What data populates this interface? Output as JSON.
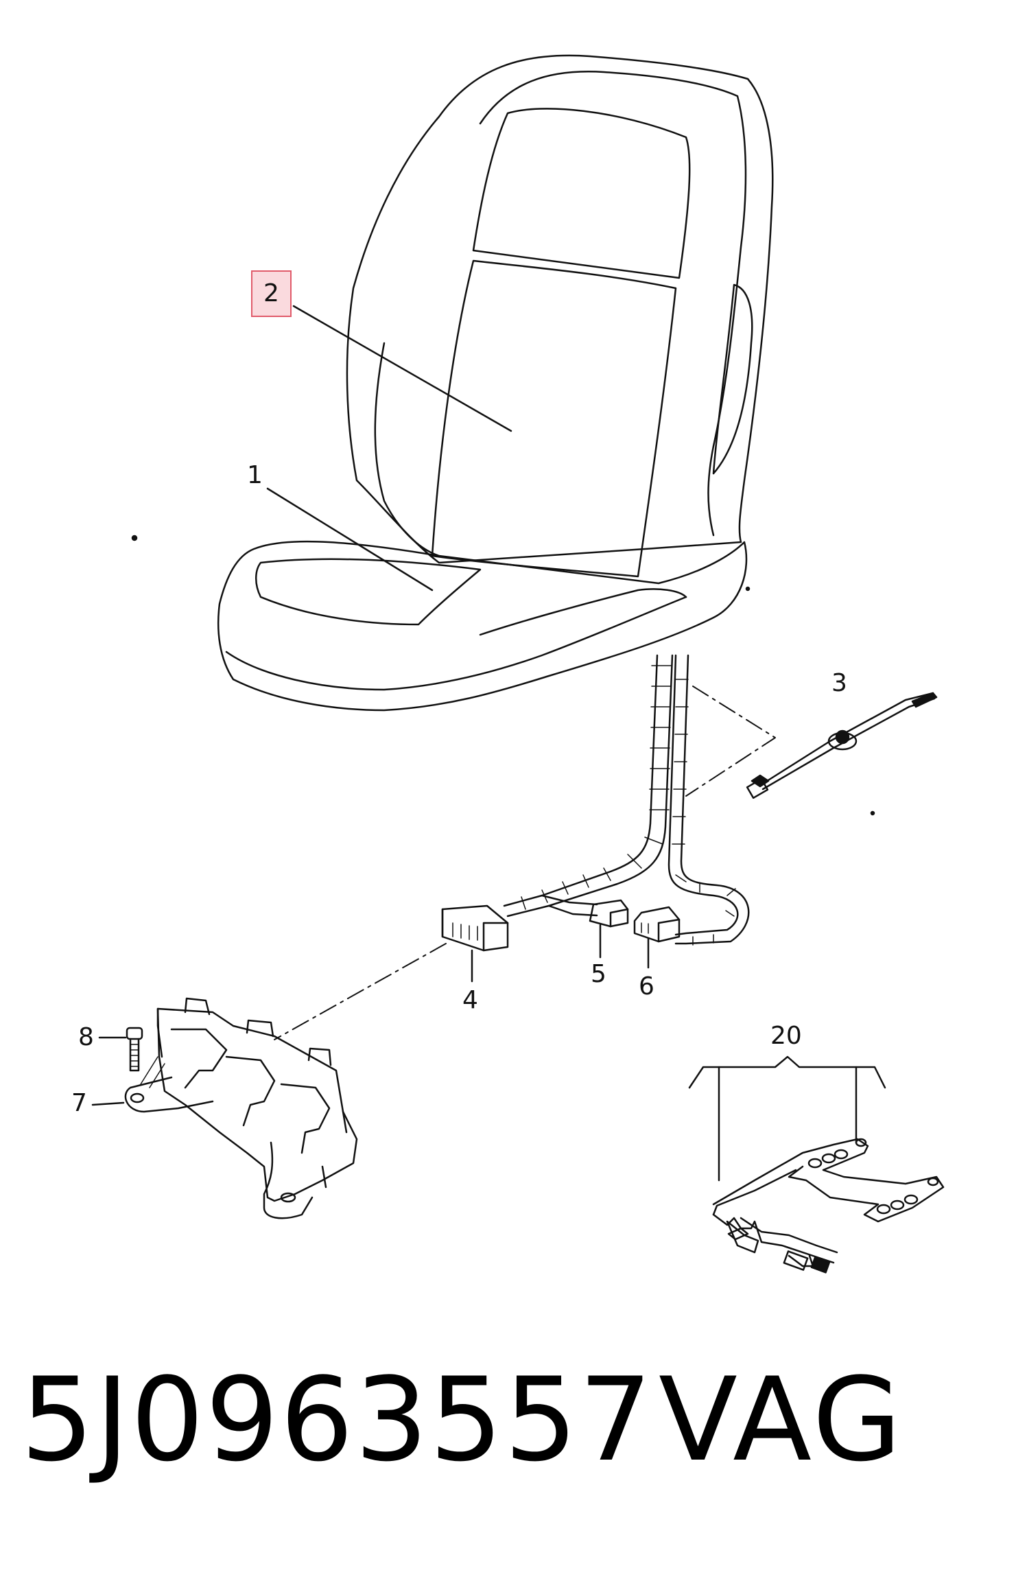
{
  "diagram": {
    "callouts": [
      {
        "id": "1",
        "label": "1",
        "highlighted": false
      },
      {
        "id": "2",
        "label": "2",
        "highlighted": true
      },
      {
        "id": "3",
        "label": "3",
        "highlighted": false
      },
      {
        "id": "4",
        "label": "4",
        "highlighted": false
      },
      {
        "id": "5",
        "label": "5",
        "highlighted": false
      },
      {
        "id": "6",
        "label": "6",
        "highlighted": false
      },
      {
        "id": "7",
        "label": "7",
        "highlighted": false
      },
      {
        "id": "8",
        "label": "8",
        "highlighted": false
      },
      {
        "id": "20",
        "label": "20",
        "highlighted": false
      }
    ],
    "highlight_color": "#e05a6a",
    "line_color": "#111111"
  },
  "footer": {
    "part_number": "5J0963557",
    "brand": "VAG"
  }
}
